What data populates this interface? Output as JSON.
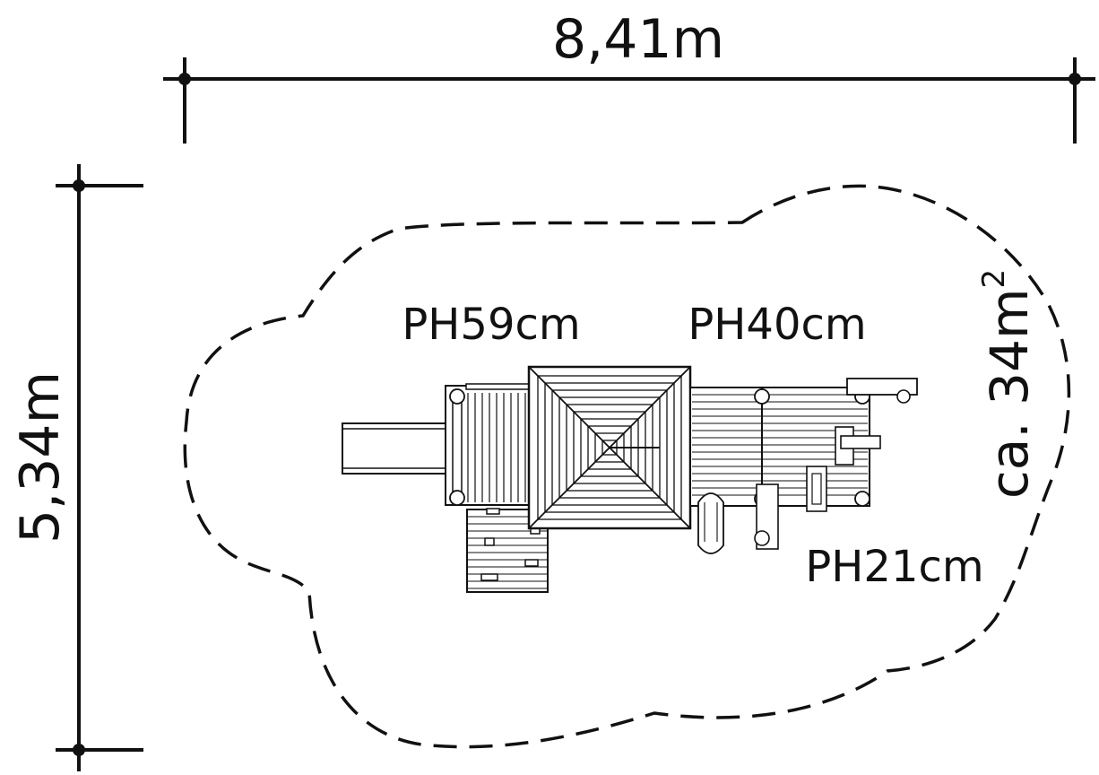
{
  "dimensions": {
    "width": "8,41m",
    "depth": "5,34m"
  },
  "labels": {
    "platform_left": "PH59cm",
    "platform_right": "PH40cm",
    "platform_low": "PH21cm",
    "area_prefix": "ca. 34m",
    "area_superscript": "2"
  },
  "colors": {
    "line": "#111111",
    "background": "#ffffff"
  }
}
